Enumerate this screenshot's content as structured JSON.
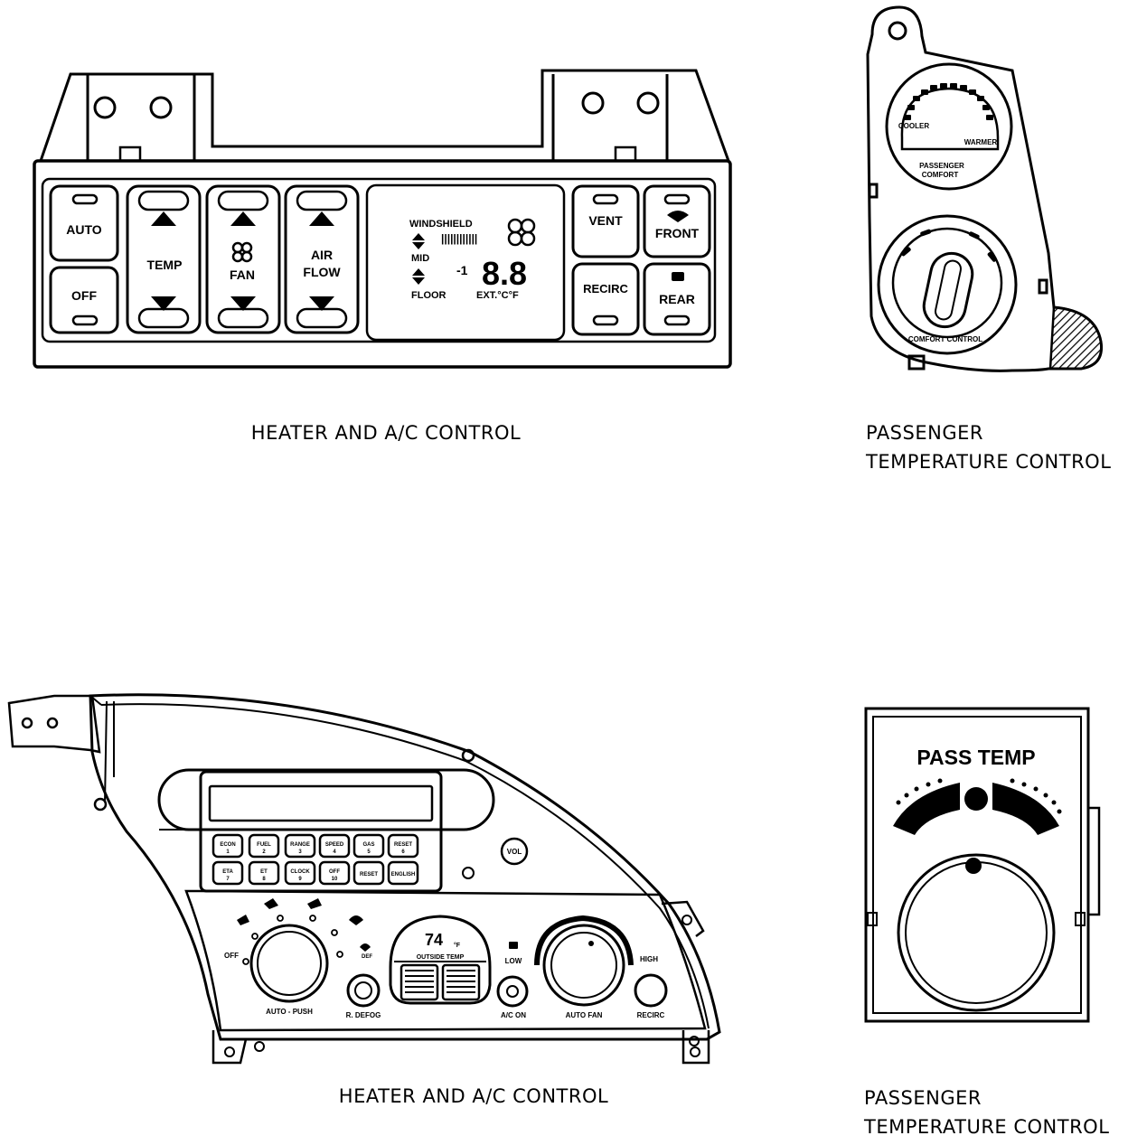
{
  "fig1": {
    "caption": "HEATER AND A/C CONTROL",
    "buttons": {
      "auto": "AUTO",
      "off": "OFF",
      "temp": "TEMP",
      "fan": "FAN",
      "air_line1": "AIR",
      "air_line2": "FLOW",
      "vent": "VENT",
      "front": "FRONT",
      "recirc": "RECIRC",
      "rear": "REAR"
    },
    "display": {
      "windshield": "WINDSHIELD",
      "mid": "MID",
      "floor": "FLOOR",
      "bars": "||||||||||||",
      "digits": "8.8",
      "minus": "-1",
      "ext": "EXT.°C°F"
    }
  },
  "fig2": {
    "caption_line1": "PASSENGER",
    "caption_line2": "TEMPERATURE CONTROL",
    "cooler": "COOLER",
    "warmer": "WARMER",
    "comfort_line1": "PASSENGER",
    "comfort_line2": "COMFORT",
    "knob_label": "COMFORT CONTROL"
  },
  "fig3": {
    "caption": "HEATER AND A/C CONTROL",
    "keys_row1": [
      "ECON",
      "FUEL",
      "RANGE",
      "SPEED",
      "GAS",
      "RESET"
    ],
    "keys_row2": [
      "ETA",
      "ET",
      "CLOCK",
      "OFF",
      "RESET",
      "ENGLISH"
    ],
    "key_nums_row1": [
      "1",
      "2",
      "3",
      "4",
      "5",
      "6"
    ],
    "key_nums_row2": [
      "7",
      "8",
      "9",
      "10",
      "",
      ""
    ],
    "vol": "VOL",
    "off": "OFF",
    "auto_push": "AUTO - PUSH",
    "r_defog": "R. DEFOG",
    "temp_readout": "74",
    "temp_unit": "°F",
    "outside_temp": "OUTSIDE TEMP",
    "low": "LOW",
    "ac_on": "A/C ON",
    "auto_fan": "AUTO FAN",
    "high": "HIGH",
    "recirc": "RECIRC",
    "def": "DEF"
  },
  "fig4": {
    "caption_line1": "PASSENGER",
    "caption_line2": "TEMPERATURE CONTROL",
    "title": "PASS TEMP"
  }
}
